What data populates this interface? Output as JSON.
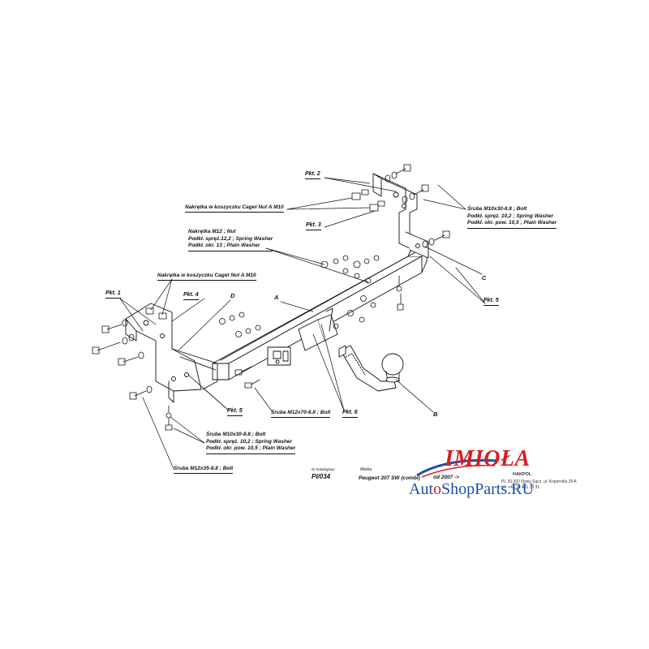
{
  "labels": {
    "pkt1": "Pkt. 1",
    "pkt2": "Pkt. 2",
    "pkt3": "Pkt. 3",
    "pkt4": "Pkt. 4",
    "pkt5_left": "Pkt. 5",
    "pkt5_right": "Pkt. 5",
    "pkt6": "Pkt. 6",
    "letter_a": "A",
    "letter_b": "B",
    "letter_c": "C",
    "letter_d": "D",
    "nut_cage_top": "Nakrętka w koszyczku Caget Nut A M10",
    "nut_cage_left": "Nakrętka w koszyczku Caget Nut A M10",
    "nut_m12_lines": [
      "Nakrętka  M12 ; Nut",
      "Podkł. spręż.12,2 ; Spring Washer",
      "Podkł. okr. 13 ; Plain Washer"
    ],
    "bolt_right_lines": [
      "Śruba M10x30-8.8 ;  Bolt",
      "Podkł. spręż. 10,2 ; Spring Washer",
      "Podkł. okr. pow. 10,5 ; Plain Washer"
    ],
    "bolt_bottom_lines": [
      "Śruba M10x30-8.8 ;  Bolt",
      "Podkł. spręż. 10,2 ; Spring Washer",
      "Podkł. okr. pow. 10,5 ; Plain Washer"
    ],
    "bolt_m12x70": "Śruba M12x70-8.8 ;   Bolt",
    "bolt_m12x35": "Śruba M12x35-8.8 ;   Bolt"
  },
  "title_block": {
    "catalog_caption": "Nr katalogowy",
    "catalog_number": "PI/034",
    "make_caption": "Marka",
    "model": "Peugeot 207 SW (combi)",
    "year": "od  2007 ->"
  },
  "brand": {
    "logo": "IMIOŁA",
    "sub": "HAKPOL",
    "address_lines": [
      "PL 33-300 Nowy Sącz, ul. Kopernika 29 A",
      "tel. +48 18 441 73 31"
    ]
  },
  "watermark": {
    "before": "Aut",
    "o_glyph": "o",
    "after": "ShopParts.RU"
  },
  "colors": {
    "line": "#111111",
    "logo_red": "#d81e1e",
    "watermark_blue": "#1f4fa8",
    "watermark_red": "#c8201e"
  }
}
